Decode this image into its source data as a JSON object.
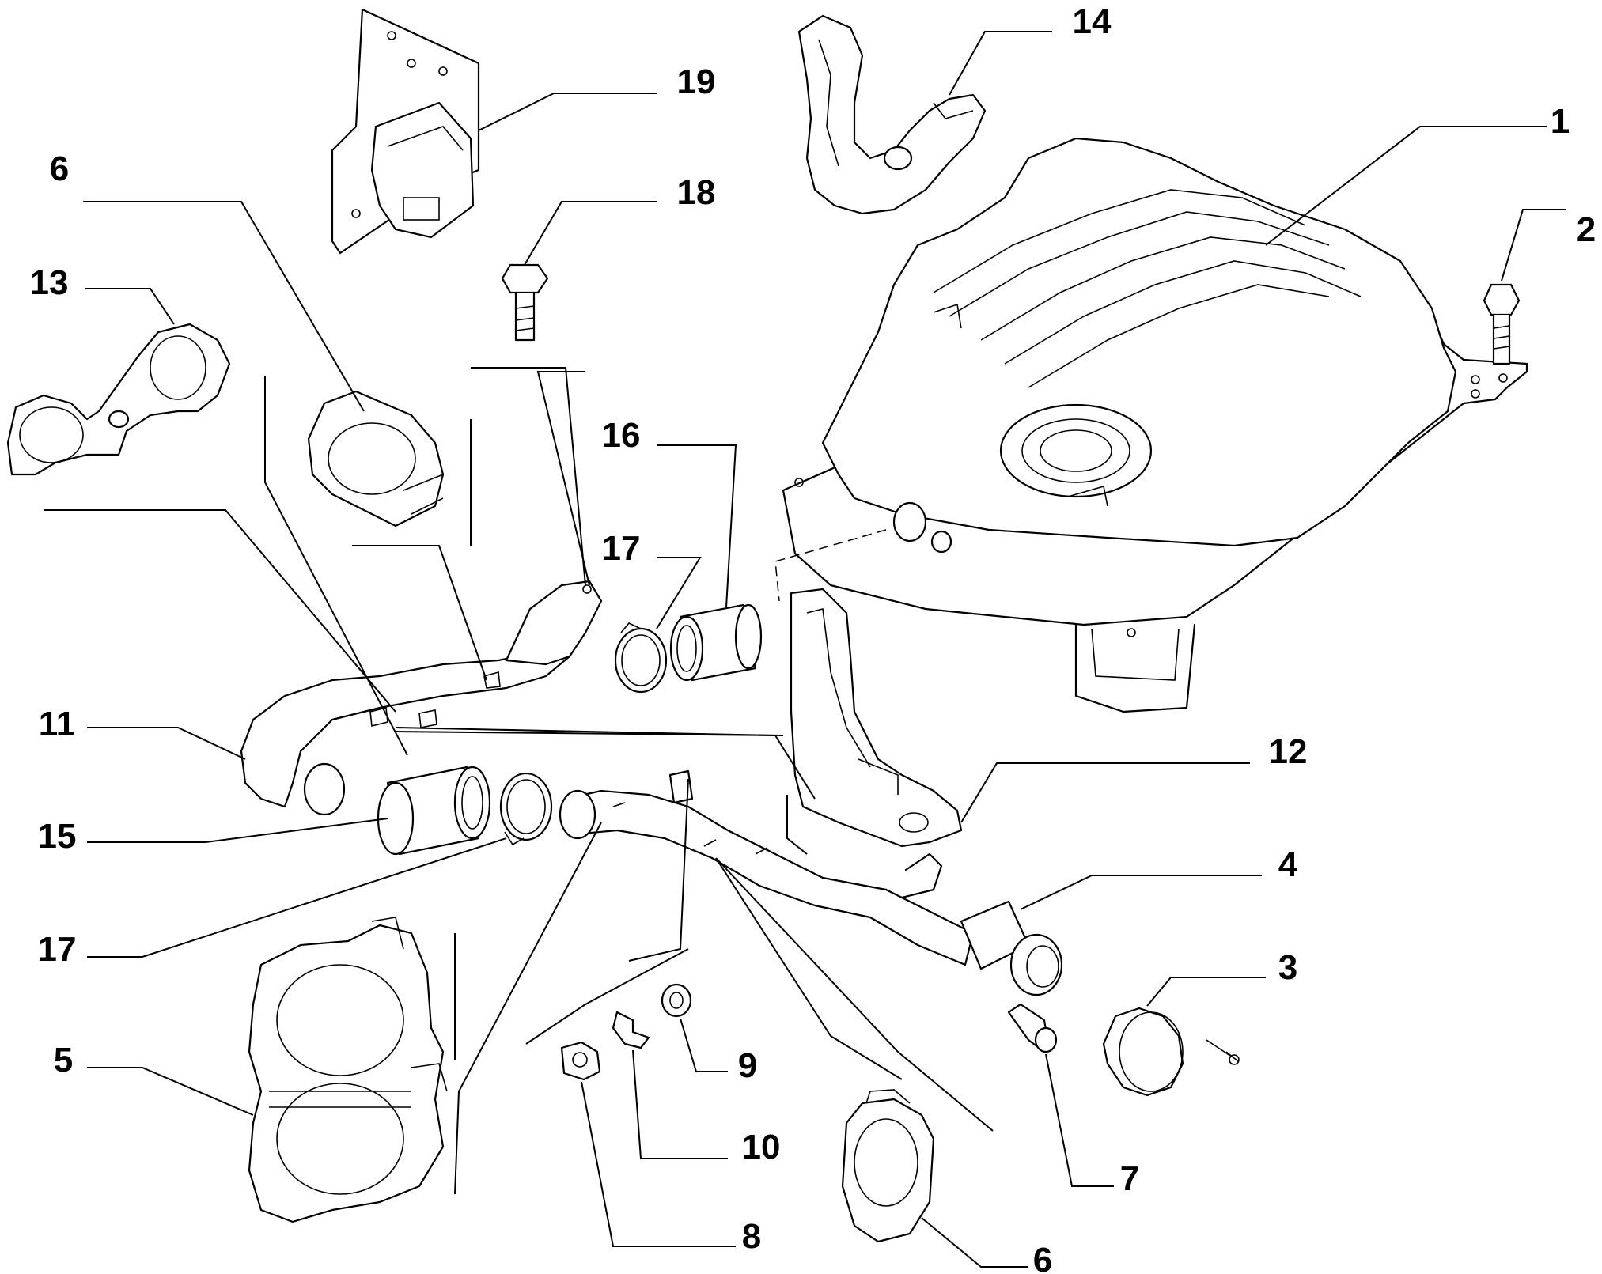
{
  "callouts": {
    "c1": "1",
    "c2": "2",
    "c3": "3",
    "c4": "4",
    "c5": "5",
    "c6a": "6",
    "c6b": "6",
    "c7": "7",
    "c8": "8",
    "c9": "9",
    "c10": "10",
    "c11": "11",
    "c12": "12",
    "c13": "13",
    "c14": "14",
    "c15": "15",
    "c16": "16",
    "c17a": "17",
    "c17b": "17",
    "c18": "18",
    "c19": "19"
  }
}
